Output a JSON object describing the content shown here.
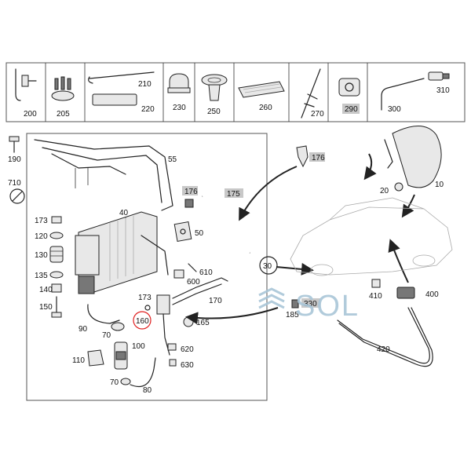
{
  "top_row_labels": {
    "p200": "200",
    "p205": "205",
    "p210": "210",
    "p220": "220",
    "p230": "230",
    "p250": "250",
    "p260": "260",
    "p270": "270",
    "p290": "290",
    "p300": "300",
    "p310": "310"
  },
  "left_labels": {
    "p190": "190",
    "p710": "710",
    "p173a": "173",
    "p120": "120",
    "p130": "130",
    "p135": "135",
    "p140": "140",
    "p150": "150",
    "p90": "90",
    "p70a": "70",
    "p110": "110",
    "p70b": "70"
  },
  "center_labels": {
    "p55": "55",
    "p176a": "176",
    "p175": "175",
    "p40": "40",
    "p50": "50",
    "p610": "610",
    "p600": "600",
    "p170": "170",
    "p173b": "173",
    "p160": "160",
    "p165": "165",
    "p100": "100",
    "p620": "620",
    "p630": "630",
    "p80": "80"
  },
  "right_labels": {
    "p176b": "176",
    "p20": "20",
    "p10": "10",
    "p30": "30",
    "p330": "330",
    "p185": "185",
    "p410": "410",
    "p400": "400",
    "p420": "420"
  },
  "watermark": {
    "text": "SOL"
  },
  "colors": {
    "highlight": "#c8c8c8",
    "circle": "#e02020",
    "watermark": "#a9c6d8"
  }
}
